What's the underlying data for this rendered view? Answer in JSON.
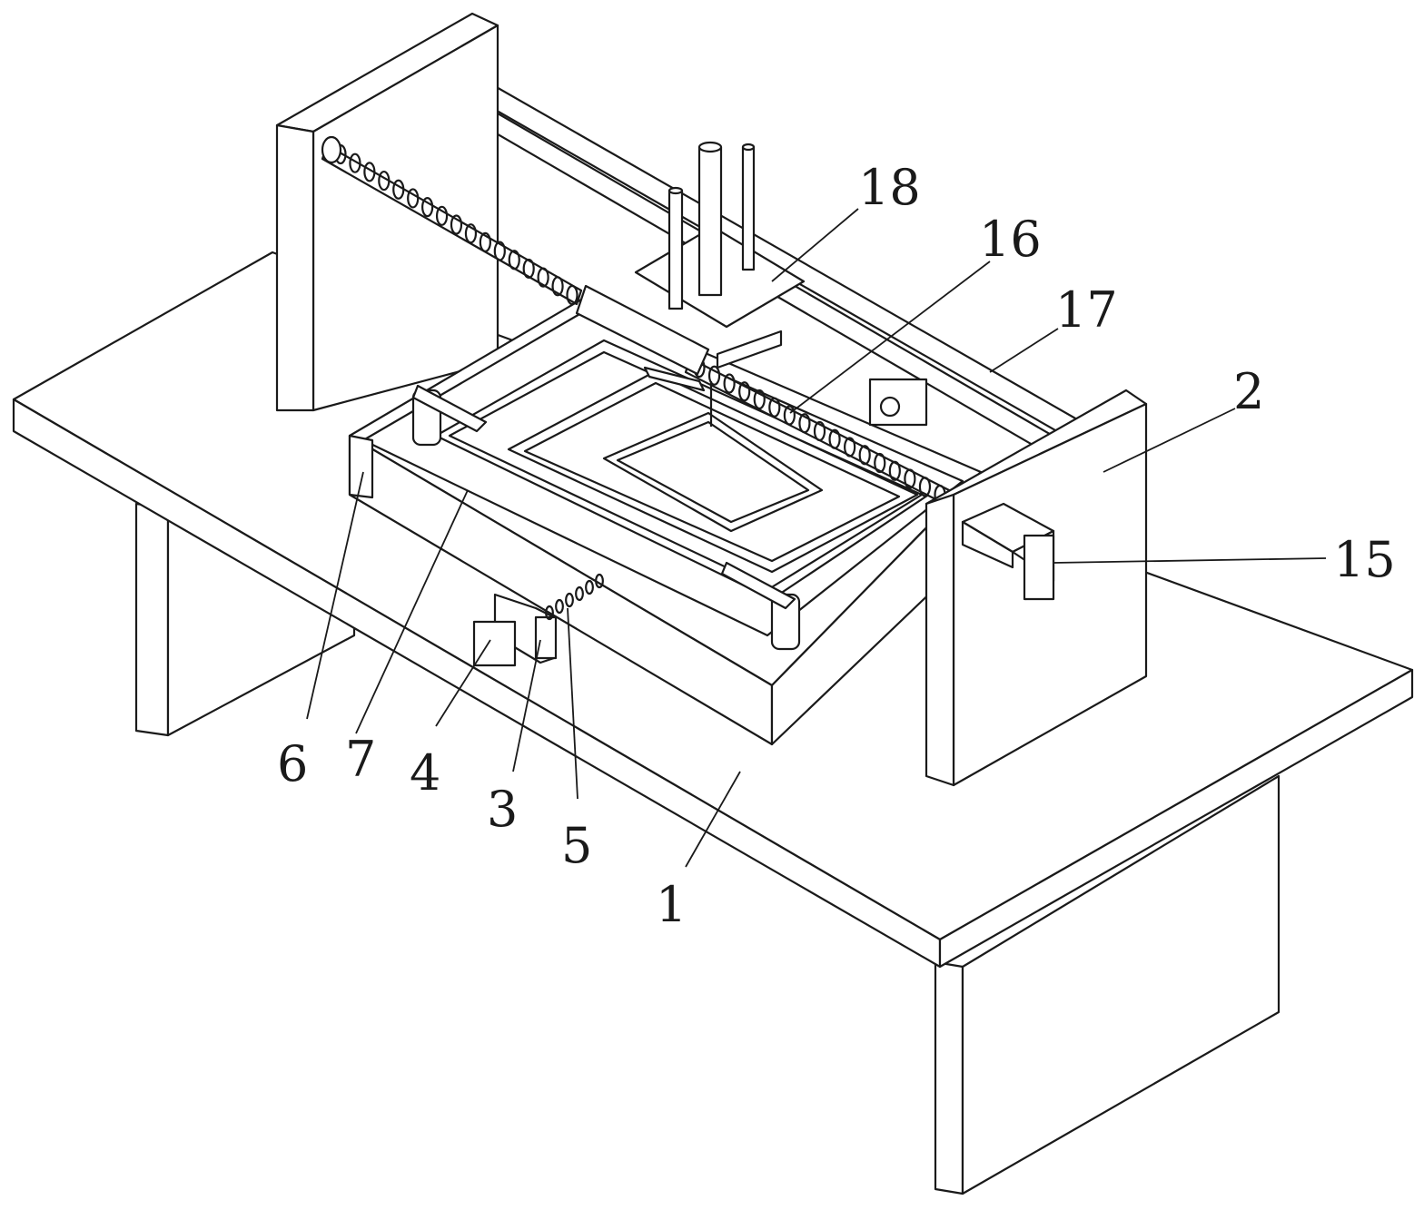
{
  "figure": {
    "labels": {
      "l1": "1",
      "l2": "2",
      "l3": "3",
      "l4": "4",
      "l5": "5",
      "l6": "6",
      "l7": "7",
      "l15": "15",
      "l16": "16",
      "l17": "17",
      "l18": "18"
    }
  }
}
